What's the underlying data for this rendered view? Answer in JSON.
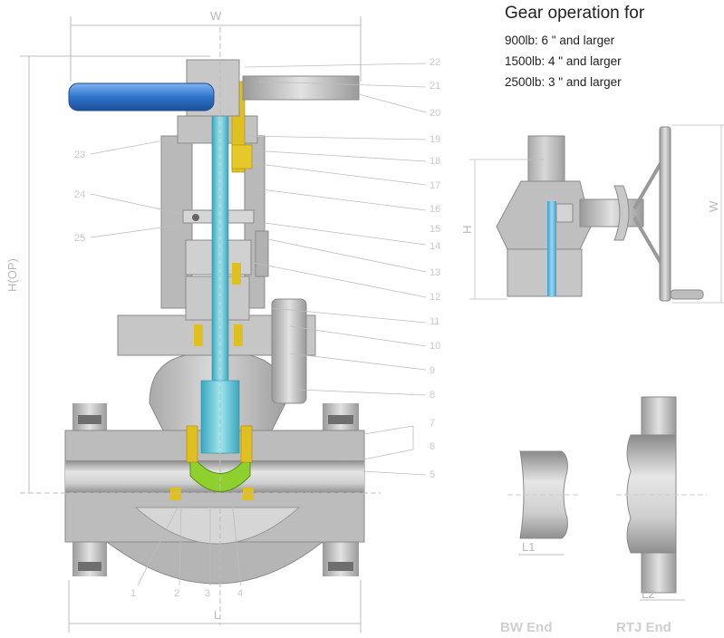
{
  "gear_note": {
    "title": "Gear operation for",
    "lines": [
      "900lb: 6 \" and larger",
      "1500lb: 4 \" and larger",
      "2500lb: 3 \" and larger"
    ]
  },
  "dimensions": {
    "main_width": "W",
    "main_length": "L",
    "main_height": "H(OP)",
    "gear_height": "H",
    "gear_width": "W",
    "bw_length": "L1",
    "rtj_length": "L2"
  },
  "end_captions": {
    "bw": "BW End",
    "rtj": "RTJ End"
  },
  "part_numbers": {
    "right": [
      "22",
      "21",
      "20",
      "19",
      "18",
      "17",
      "16",
      "15",
      "14",
      "13",
      "12",
      "11",
      "10",
      "9",
      "8",
      "7",
      "6",
      "5"
    ],
    "left": [
      "23",
      "24",
      "25"
    ],
    "bottom": [
      "1",
      "2",
      "3",
      "4"
    ]
  },
  "colors": {
    "handwheel": "#3b7fd6",
    "stem": "#5cc6d8",
    "yoke_nut": "#e0c020",
    "disc": "#8ed12e",
    "body": "#bdbdbd",
    "body_dark": "#9a9a9a",
    "gear_stem": "#4fb7e0"
  }
}
